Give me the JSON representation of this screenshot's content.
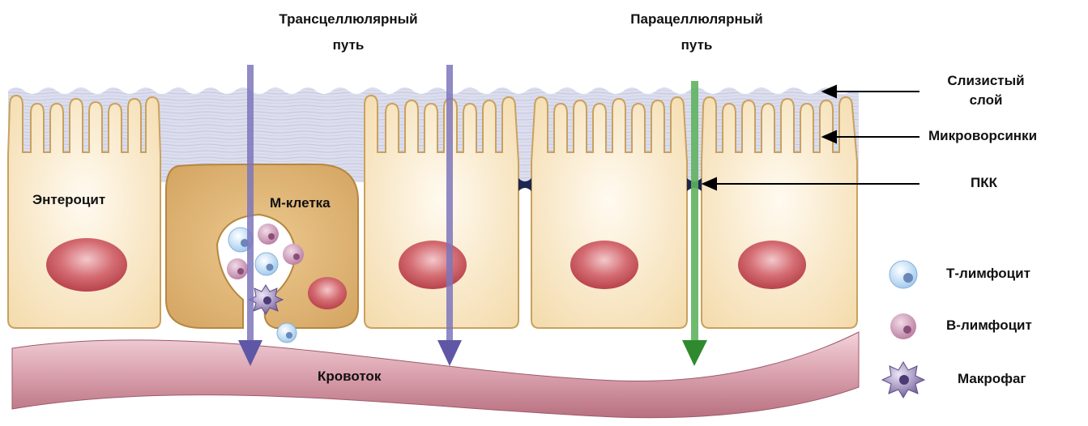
{
  "paths": {
    "transcellular_line1": "Трансцеллюлярный",
    "transcellular_line2": "путь",
    "paracellular_line1": "Парацеллюлярный",
    "paracellular_line2": "путь"
  },
  "right_labels": {
    "mucus_line1": "Слизистый",
    "mucus_line2": "слой",
    "microvilli": "Микроворсинки",
    "tight_junction": "ПКК"
  },
  "cells": {
    "enterocyte": "Энтероцит",
    "m_cell": "М-клетка"
  },
  "bloodstream": "Кровоток",
  "legend": [
    {
      "label": "Т-лимфоцит",
      "icon": "t-lymphocyte-icon",
      "color": "#c9e2f7"
    },
    {
      "label": "В-лимфоцит",
      "icon": "b-lymphocyte-icon",
      "color": "#c98fb0"
    },
    {
      "label": "Макрофаг",
      "icon": "macrophage-icon",
      "color": "#7d6aa6"
    }
  ],
  "colors": {
    "mucus": "#c9cce2",
    "cell_fill": "#f7e4be",
    "cell_stroke": "#c9a15e",
    "m_cell_fill": "#dcb375",
    "nucleus": "#c8545c",
    "blood_vessel": "#d9a2ae",
    "transcellular_arrow": "#6f66b2",
    "paracellular_arrow": "#3f9e3f",
    "tight_junction": "#1c2650"
  }
}
